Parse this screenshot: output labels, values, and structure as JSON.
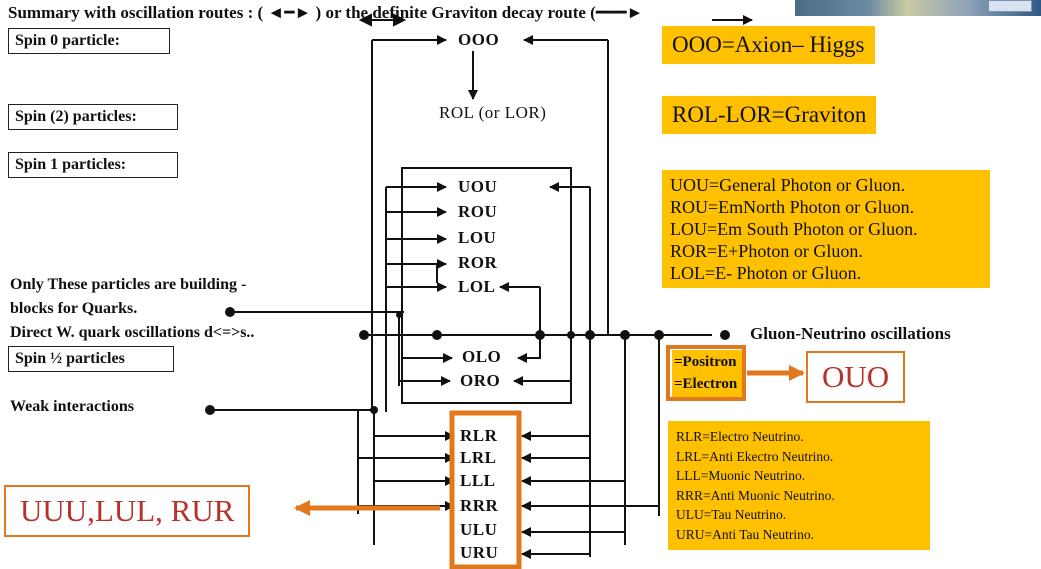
{
  "header": "Summary with oscillation routes : ( ◄━► ) or the definite Graviton decay route (━━━►",
  "spin_labels": {
    "spin0": "Spin 0 particle:",
    "spin2": "Spin (2) particles:",
    "spin1": "Spin 1 particles:",
    "spin_half": "Spin ½ particles"
  },
  "nodes": {
    "ooo": "OOO",
    "rol": "ROL (or LOR)",
    "uou": "UOU",
    "rou": "ROU",
    "lou": "LOU",
    "ror": "ROR",
    "lol": "LOL",
    "olo": "OLO",
    "oro": "ORO",
    "rlr": "RLR",
    "lrl": "LRL",
    "lll": "LLL",
    "rrr": "RRR",
    "ulu": "ULU",
    "uru": "URU"
  },
  "left_notes": {
    "building_line1": "Only These particles are building -",
    "building_line2": "blocks for Quarks.",
    "direct_w": "Direct W. quark oscillations d<=>s..",
    "weak": "Weak interactions"
  },
  "right_notes": {
    "gluon_neutrino": "Gluon-Neutrino oscillations"
  },
  "legend_boxes": {
    "ooo_def": "OOO=Axion– Higgs",
    "rol_def": "ROL-LOR=Graviton",
    "photons": [
      "UOU=General Photon or Gluon.",
      "ROU=EmNorth Photon or Gluon.",
      "LOU=Em South Photon or Gluon.",
      "ROR=E+Photon or Gluon.",
      "LOL=E- Photon or Gluon."
    ],
    "leptons": [
      "=Positron",
      "=Electron"
    ],
    "neutrinos": [
      "RLR=Electro Neutrino.",
      "LRL=Anti Ekectro Neutrino.",
      "LLL=Muonic Neutrino.",
      "RRR=Anti Muonic Neutrino.",
      "ULU=Tau Neutrino.",
      "URU=Anti Tau Neutrino."
    ]
  },
  "outcomes": {
    "ouo": "OUO",
    "quarks": "UUU,LUL, RUR"
  },
  "colors": {
    "legend_fill": "#ffc000",
    "highlight_orange": "#e2781d",
    "outcome_text": "#b8322d"
  }
}
